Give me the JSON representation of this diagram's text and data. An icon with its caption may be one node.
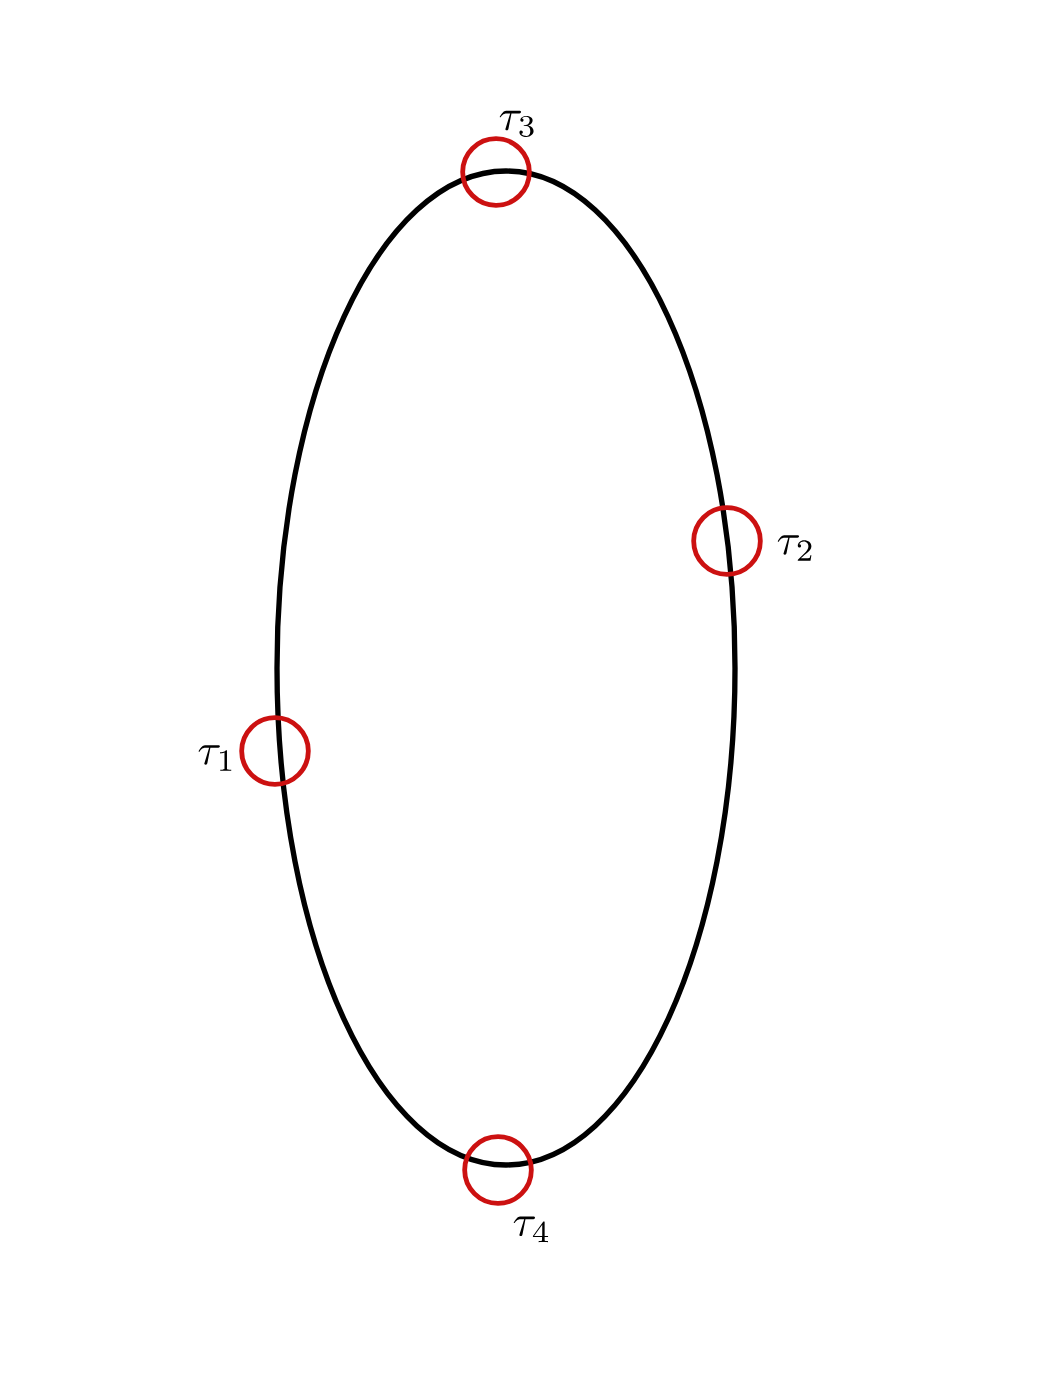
{
  "diagram": {
    "nodes": [
      {
        "text": [],
        "shape": "circle",
        "beside": [
          "\\tau_3"
        ]
      },
      {
        "text": [],
        "shape": "circle",
        "beside": [
          "\\tau_2"
        ]
      },
      {
        "text": [],
        "shape": "circle",
        "beside": [
          "\\tau_1"
        ]
      },
      {
        "text": [],
        "shape": "circle",
        "beside": [
          "\\tau_4"
        ]
      }
    ]
  }
}
